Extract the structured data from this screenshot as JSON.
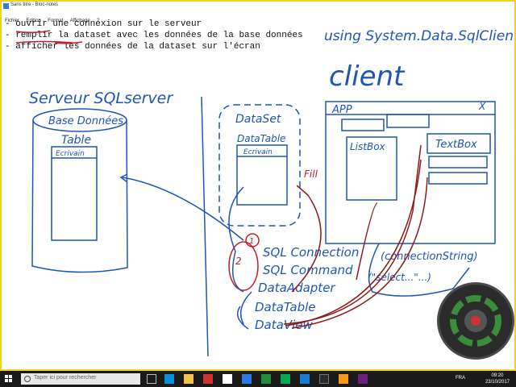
{
  "window": {
    "title": "Sans titre - Bloc-notes"
  },
  "menu": [
    "Fichier",
    "Edition",
    "Format",
    "Affichage",
    "?"
  ],
  "lines": [
    "- ouvrir une connexion sur le serveur",
    "- remplir la dataset avec les données de la base données",
    "- afficher les données de la dataset sur l'écran"
  ],
  "ink": {
    "using": "using System.Data.SqlClient",
    "server": "Serveur SQLserver",
    "database": "Base Données",
    "table": "Table",
    "row_label": "Ecrivain",
    "dataset": "DataSet",
    "datatable": "DataTable",
    "ds_row_label": "Ecrivain",
    "client": "client",
    "app": "APP",
    "close": "X",
    "listbox": "ListBox",
    "textbox": "TextBox",
    "fill": "Fill",
    "sql_connection": "SQL Connection",
    "connection_string": "(connectionString)",
    "sql_command": "SQL Command",
    "select": "(\"select...\"...)",
    "data_adapter": "DataAdapter",
    "data_table": "DataTable",
    "data_view": "DataView",
    "circle_1": "1",
    "circle_2": "2"
  },
  "taskbar": {
    "search_placeholder": "Taper ici pour rechercher",
    "lang": "FRA",
    "time": "09:20",
    "date": "23/10/2017"
  }
}
